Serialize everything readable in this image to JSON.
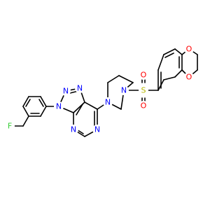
{
  "colors": {
    "C": "#000000",
    "N": "#0000ff",
    "O": "#ff0000",
    "S": "#b8b800",
    "F": "#33cc33"
  },
  "molecule": {
    "atoms": [
      {
        "label": "F",
        "element": "F"
      },
      {
        "label": "N",
        "element": "N"
      },
      {
        "label": "N",
        "element": "N"
      },
      {
        "label": "N",
        "element": "N"
      },
      {
        "label": "N",
        "element": "N"
      },
      {
        "label": "N",
        "element": "N"
      },
      {
        "label": "N",
        "element": "N"
      },
      {
        "label": "N",
        "element": "N"
      },
      {
        "label": "S",
        "element": "S"
      },
      {
        "label": "O",
        "element": "O"
      },
      {
        "label": "O",
        "element": "O"
      },
      {
        "label": "O",
        "element": "O"
      },
      {
        "label": "O",
        "element": "O"
      }
    ]
  }
}
